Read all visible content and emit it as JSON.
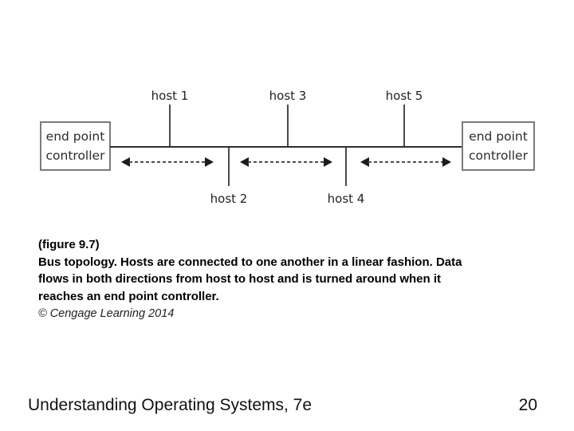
{
  "diagram": {
    "top_hosts": [
      "host 1",
      "host 3",
      "host 5"
    ],
    "bottom_hosts": [
      "host 2",
      "host 4"
    ],
    "endpoint_controller": [
      "end point",
      "controller"
    ],
    "colors": {
      "bus_line": "#2e2e2e",
      "box_border": "#7b7b7b",
      "dashed_arrow": "#4d4d4d",
      "arrowhead": "#1c1c1c",
      "label_text": "#232323"
    }
  },
  "caption": {
    "title": "(figure 9.7)",
    "body_lines": [
      "Bus topology. Hosts are connected to one another in a linear fashion. Data",
      "flows in both directions from host to host and is turned around when it",
      "reaches an end point controller."
    ],
    "credit": "© Cengage Learning 2014"
  },
  "footer": {
    "book_title": "Understanding Operating Systems, 7e",
    "page_number": "20"
  }
}
